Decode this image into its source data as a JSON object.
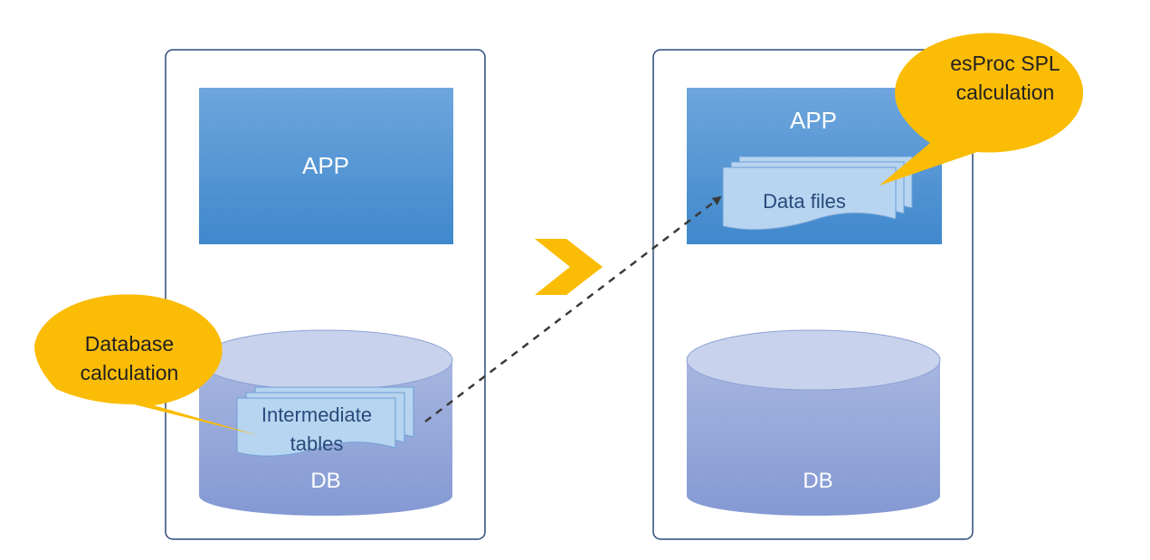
{
  "left_panel": {
    "app_label": "APP",
    "db_label": "DB",
    "tables_line1": "Intermediate",
    "tables_line2": "tables",
    "callout_line1": "Database",
    "callout_line2": "calculation"
  },
  "right_panel": {
    "app_label": "APP",
    "db_label": "DB",
    "files_label": "Data files",
    "callout_line1": "esProc SPL",
    "callout_line2": "calculation"
  },
  "colors": {
    "panel_border": "#2f4a78",
    "app_top": "#6fa6dd",
    "app_bottom": "#3f88cc",
    "db_body": "#95a9da",
    "db_top": "#c8d2ec",
    "doc_fill": "#b7d4f0",
    "callout": "#fbbc05",
    "chevron": "#fbbc05",
    "arrow": "#3a3a3a"
  },
  "icons": {
    "transition": "chevron-right-icon",
    "dataflow": "dashed-arrow"
  }
}
